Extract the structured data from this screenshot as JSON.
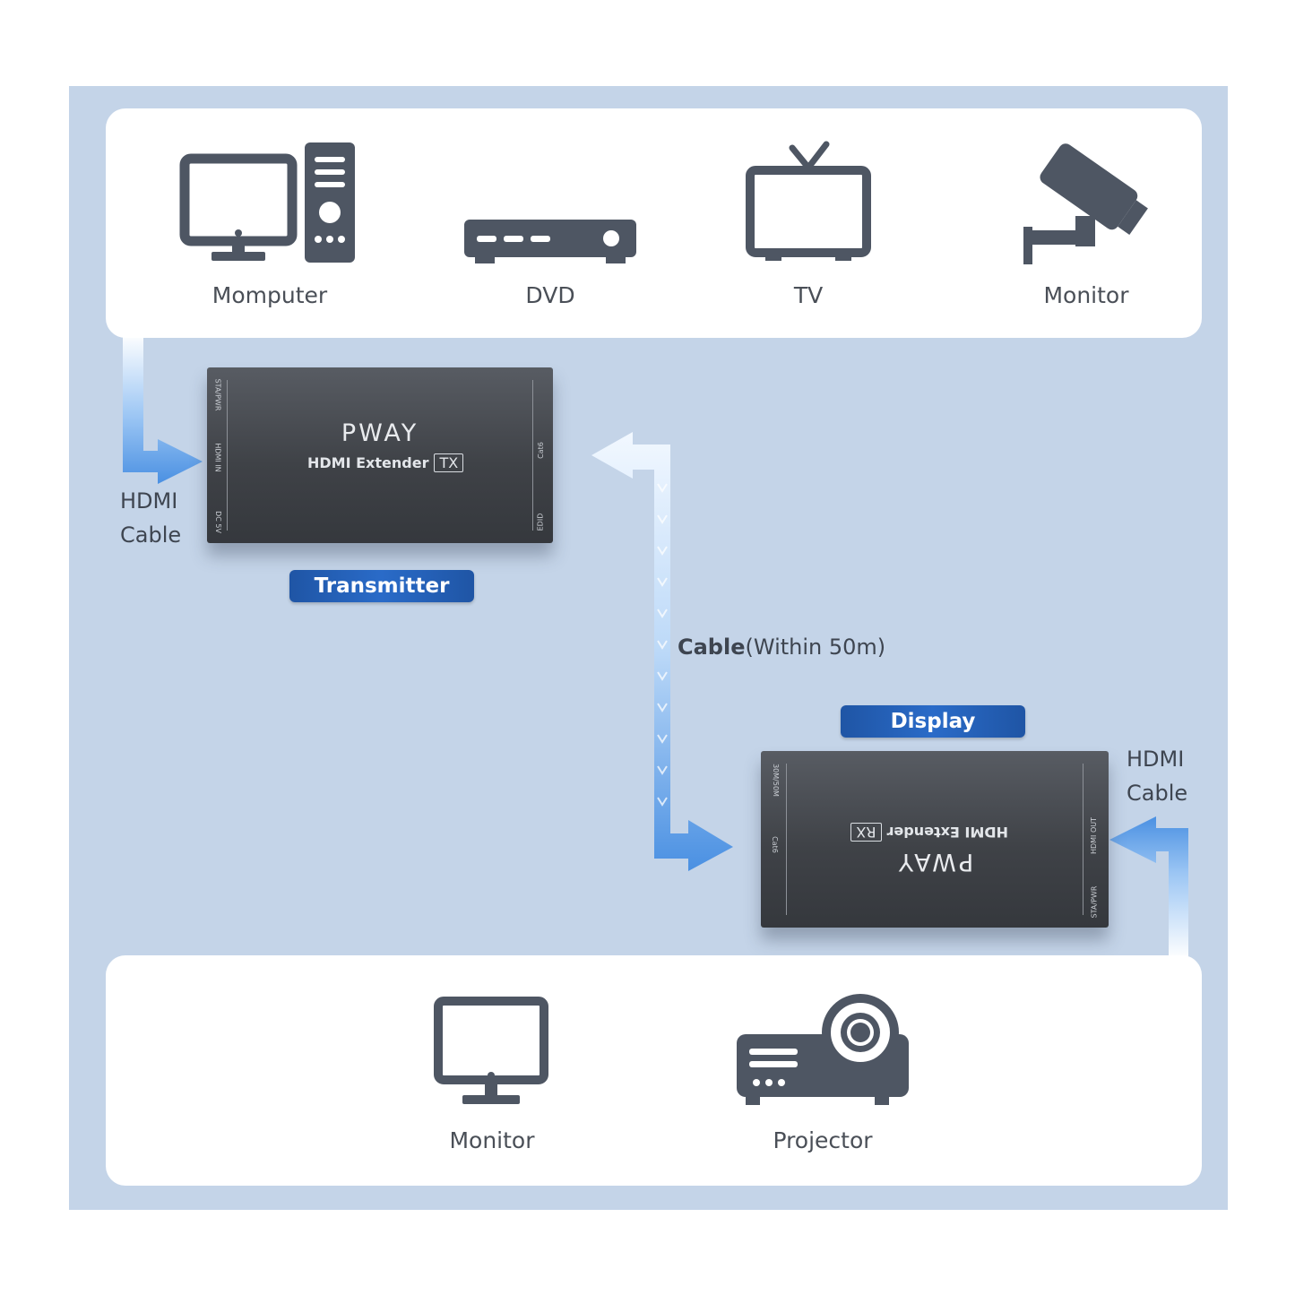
{
  "sources": [
    {
      "label": "Momputer",
      "icon": "computer-tower-icon"
    },
    {
      "label": "DVD",
      "icon": "dvd-player-icon"
    },
    {
      "label": "TV",
      "icon": "tv-icon"
    },
    {
      "label": "Monitor",
      "icon": "security-camera-icon"
    }
  ],
  "displays": [
    {
      "label": "Monitor",
      "icon": "monitor-icon"
    },
    {
      "label": "Projector",
      "icon": "projector-icon"
    }
  ],
  "transmitter": {
    "brand": "PWAY",
    "model": "HDMI Extender",
    "tag": "TX",
    "ports_left": [
      "STA/PWR",
      "HDMI IN",
      "DC 5V"
    ],
    "ports_right": [
      "Cat6",
      "EDID"
    ],
    "caption": "Transmitter"
  },
  "receiver": {
    "brand": "PWAY",
    "model": "HDMI Extender",
    "tag": "RX",
    "ports_left": [
      "30M/50M",
      "Cat6"
    ],
    "ports_right": [
      "HDMI OUT",
      "STA/PWR"
    ],
    "caption": "Display"
  },
  "input_cable": {
    "line1": "HDMI",
    "line2": "Cable"
  },
  "output_cable": {
    "line1": "HDMI",
    "line2": "Cable"
  },
  "link": {
    "bold": "Cable",
    "normal": "(Within 50m)"
  },
  "colors": {
    "background": "#c4d4e8",
    "icon": "#4e5663",
    "arrow": "#4a90e2",
    "pill": "#2260b8"
  }
}
